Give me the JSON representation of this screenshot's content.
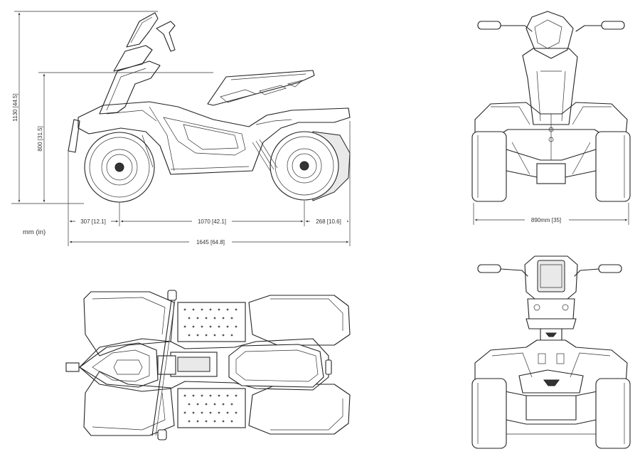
{
  "units_label": "mm (in)",
  "dimensions": {
    "overall_height": "1130 [44.5]",
    "seat_height": "800 [31.5]",
    "front_overhang": "307 [12.1]",
    "wheelbase": "1070 [42.1]",
    "rear_overhang": "268 [10.6]",
    "overall_length": "1645 [64.8]",
    "overall_width": "890mm [35]"
  },
  "colors": {
    "line": "#222222",
    "background": "#ffffff"
  }
}
